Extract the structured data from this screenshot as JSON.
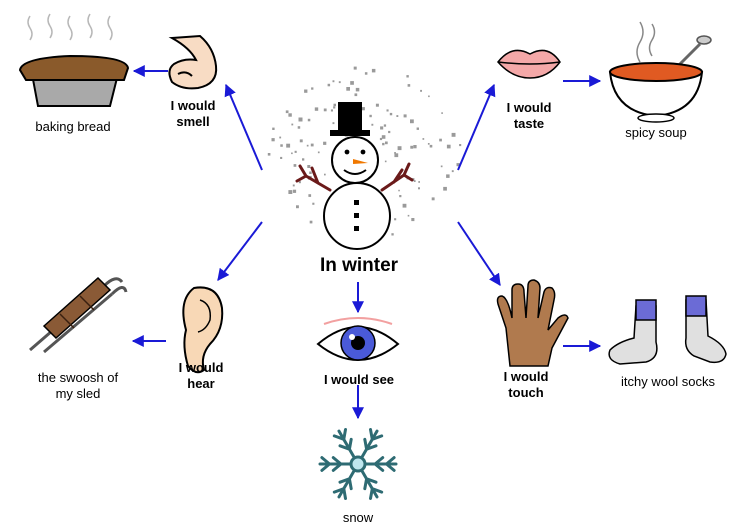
{
  "center": {
    "label": "In winter"
  },
  "senses": {
    "smell": {
      "line1": "I would",
      "line2": "smell",
      "item": "baking bread"
    },
    "taste": {
      "line1": "I would",
      "line2": "taste",
      "item": "spicy soup"
    },
    "hear": {
      "line1": "I would",
      "line2": "hear",
      "item_line1": "the swoosh of",
      "item_line2": "my sled"
    },
    "see": {
      "line1": "I would see",
      "item": "snow"
    },
    "touch": {
      "line1": "I would",
      "line2": "touch",
      "item": "itchy wool socks"
    }
  },
  "colors": {
    "arrow": "#1a1ad6",
    "text": "#000000"
  },
  "icons": [
    "snowman-icon",
    "nose-icon",
    "bread-icon",
    "lips-icon",
    "soup-icon",
    "ear-icon",
    "sled-icon",
    "eye-icon",
    "snowflake-icon",
    "hand-icon",
    "socks-icon"
  ]
}
